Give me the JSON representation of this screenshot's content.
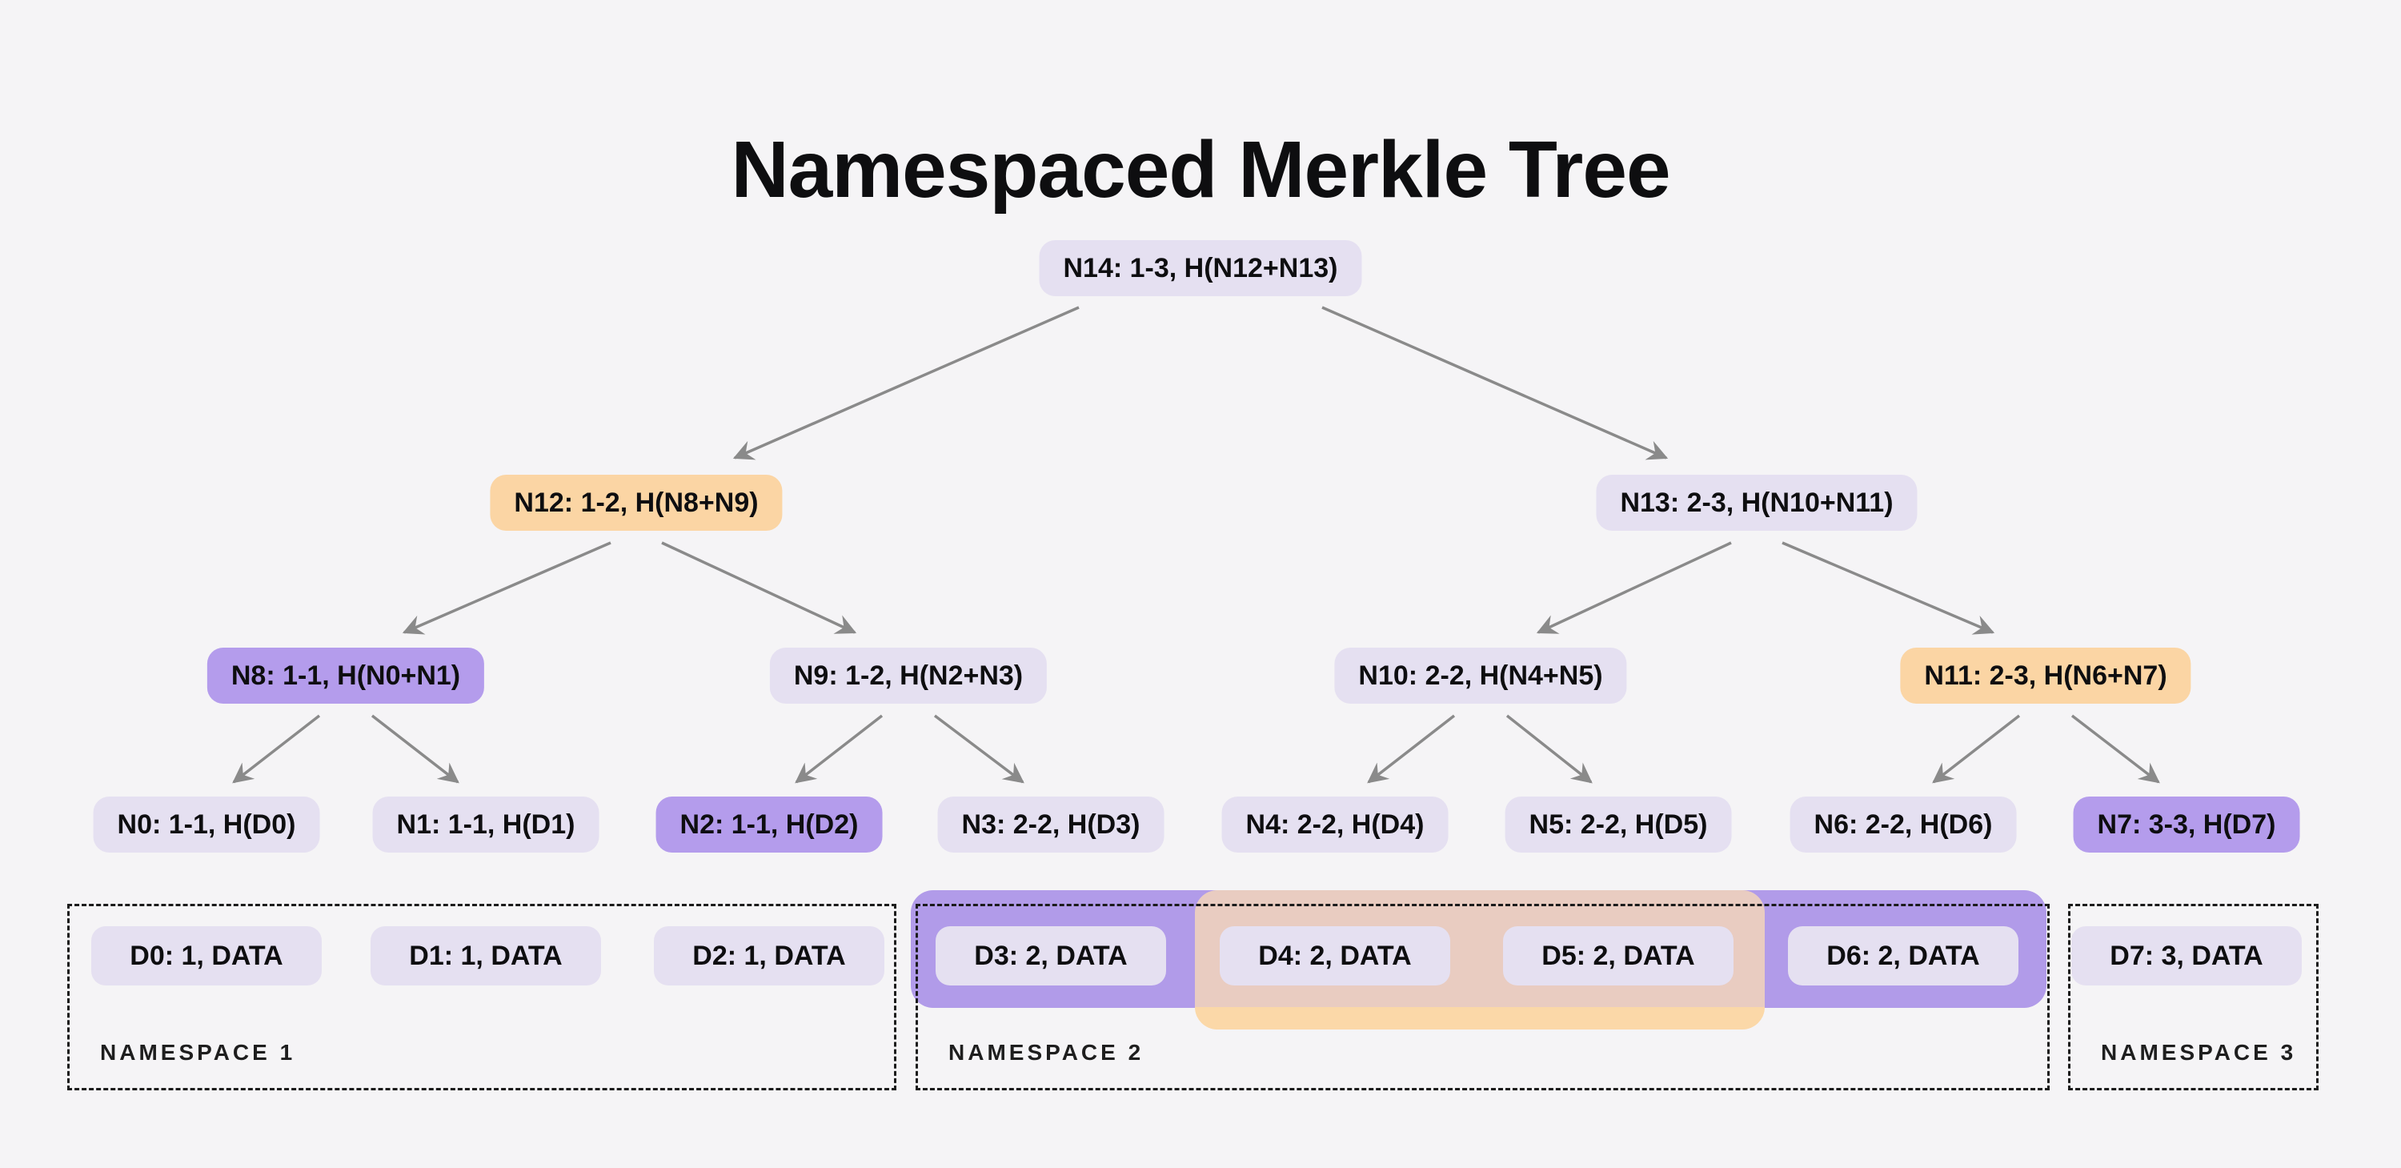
{
  "title": "Namespaced Merkle Tree",
  "colors": {
    "background": "#F5F4F6",
    "text": "#0E0E10",
    "node_lavender": "#E5E0F1",
    "node_purple": "#B49CEC",
    "node_orange": "#FBD5A4",
    "band_purple": "#B19BE9",
    "band_orange_over_purple": "#E9CCC1",
    "band_orange": "#FBD8A8",
    "arrow": "#8A8A8A",
    "dashed_border": "#1B1B1B"
  },
  "tree": {
    "nodes": [
      {
        "id": "N14",
        "label": "N14: 1-3, H(N12+N13)",
        "variant": "lavender"
      },
      {
        "id": "N12",
        "label": "N12: 1-2, H(N8+N9)",
        "variant": "orange"
      },
      {
        "id": "N13",
        "label": "N13: 2-3, H(N10+N11)",
        "variant": "lavender"
      },
      {
        "id": "N8",
        "label": "N8: 1-1, H(N0+N1)",
        "variant": "purple"
      },
      {
        "id": "N9",
        "label": "N9: 1-2, H(N2+N3)",
        "variant": "lavender"
      },
      {
        "id": "N10",
        "label": "N10: 2-2, H(N4+N5)",
        "variant": "lavender"
      },
      {
        "id": "N11",
        "label": "N11: 2-3, H(N6+N7)",
        "variant": "orange"
      },
      {
        "id": "N0",
        "label": "N0: 1-1, H(D0)",
        "variant": "lavender"
      },
      {
        "id": "N1",
        "label": "N1: 1-1, H(D1)",
        "variant": "lavender"
      },
      {
        "id": "N2",
        "label": "N2: 1-1, H(D2)",
        "variant": "purple"
      },
      {
        "id": "N3",
        "label": "N3: 2-2, H(D3)",
        "variant": "lavender"
      },
      {
        "id": "N4",
        "label": "N4: 2-2, H(D4)",
        "variant": "lavender"
      },
      {
        "id": "N5",
        "label": "N5: 2-2, H(D5)",
        "variant": "lavender"
      },
      {
        "id": "N6",
        "label": "N6: 2-2, H(D6)",
        "variant": "lavender"
      },
      {
        "id": "N7",
        "label": "N7: 3-3, H(D7)",
        "variant": "purple"
      }
    ],
    "edges": [
      [
        "N14",
        "N12"
      ],
      [
        "N14",
        "N13"
      ],
      [
        "N12",
        "N8"
      ],
      [
        "N12",
        "N9"
      ],
      [
        "N13",
        "N10"
      ],
      [
        "N13",
        "N11"
      ],
      [
        "N8",
        "N0"
      ],
      [
        "N8",
        "N1"
      ],
      [
        "N9",
        "N2"
      ],
      [
        "N9",
        "N3"
      ],
      [
        "N10",
        "N4"
      ],
      [
        "N10",
        "N5"
      ],
      [
        "N11",
        "N6"
      ],
      [
        "N11",
        "N7"
      ]
    ]
  },
  "data_blocks": [
    {
      "id": "D0",
      "label": "D0: 1, DATA"
    },
    {
      "id": "D1",
      "label": "D1: 1, DATA"
    },
    {
      "id": "D2",
      "label": "D2: 1, DATA"
    },
    {
      "id": "D3",
      "label": "D3: 2, DATA"
    },
    {
      "id": "D4",
      "label": "D4: 2, DATA"
    },
    {
      "id": "D5",
      "label": "D5: 2, DATA"
    },
    {
      "id": "D6",
      "label": "D6: 2, DATA"
    },
    {
      "id": "D7",
      "label": "D7: 3, DATA"
    }
  ],
  "namespaces": [
    {
      "label": "NAMESPACE 1",
      "blocks": [
        "D0",
        "D1",
        "D2"
      ]
    },
    {
      "label": "NAMESPACE 2",
      "blocks": [
        "D3",
        "D4",
        "D5",
        "D6"
      ]
    },
    {
      "label": "NAMESPACE 3",
      "blocks": [
        "D7"
      ]
    }
  ]
}
